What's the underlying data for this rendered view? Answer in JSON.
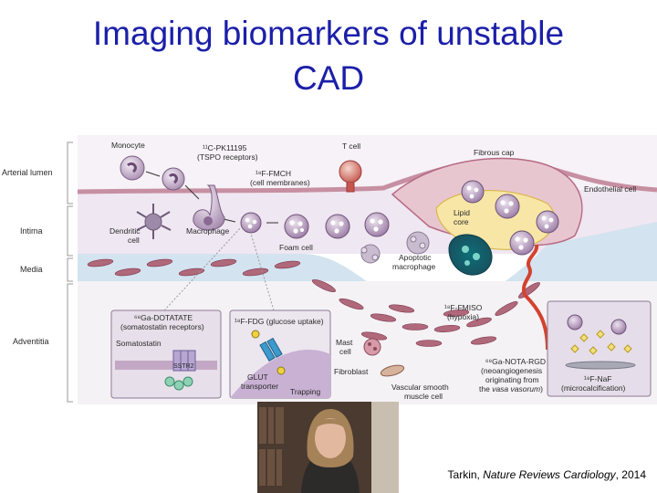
{
  "slide": {
    "title_line1": "Imaging biomarkers of unstable",
    "title_line2": "CAD"
  },
  "figure": {
    "layers": [
      "Arterial lumen",
      "Intima",
      "Media",
      "Adventitia"
    ],
    "labels": {
      "monocyte": "Monocyte",
      "pk_line1": "¹¹C-PK11195",
      "pk_line2": "(TSPO receptors)",
      "tcell": "T cell",
      "fibrous_cap": "Fibrous cap",
      "fmch_line1": "¹⁸F-FMCH",
      "fmch_line2": "(cell membranes)",
      "endothelial": "Endothelial cell",
      "dendritic_line1": "Dendritic",
      "dendritic_line2": "cell",
      "macrophage": "Macrophage",
      "foam_cell": "Foam cell",
      "lipid_line1": "Lipid",
      "lipid_line2": "core",
      "apoptotic_line1": "Apoptotic",
      "apoptotic_line2": "macrophage",
      "dotatate_line1": "⁶⁸Ga-DOTATATE",
      "dotatate_line2": "(somatostatin receptors)",
      "somatostatin": "Somatostatin",
      "sstr2": "SSTR2",
      "fdg": "¹⁸F-FDG (glucose uptake)",
      "glut_line1": "GLUT",
      "glut_line2": "transporter",
      "trapping": "Trapping",
      "fmiso_line1": "¹⁸F-FMISO",
      "fmiso_line2": "(hypoxia)",
      "mast_line1": "Mast",
      "mast_line2": "cell",
      "fibroblast": "Fibroblast",
      "vsmc_line1": "Vascular smooth",
      "vsmc_line2": "muscle cell",
      "rgd_line1": "⁶⁸Ga-NOTA-RGD",
      "rgd_line2": "(neoangiogenesis",
      "rgd_line3": "originating from",
      "rgd_line4_pre": "the ",
      "rgd_line4_em": "vasa vasorum",
      "rgd_line4_post": ")",
      "naf_line1": "¹⁸F-NaF",
      "naf_line2": "(microcalcification)"
    }
  },
  "citation": {
    "author": "Tarkin, ",
    "journal": "Nature Reviews Cardiology",
    "year": ", 2014"
  },
  "colors": {
    "title": "#1b1fa8",
    "lumen": "#f3eef5",
    "intima": "#ece4ef",
    "media": "#cfe1ee",
    "lipid_core": "#f7e6a6",
    "smooth_muscle": "#a85a6e"
  }
}
